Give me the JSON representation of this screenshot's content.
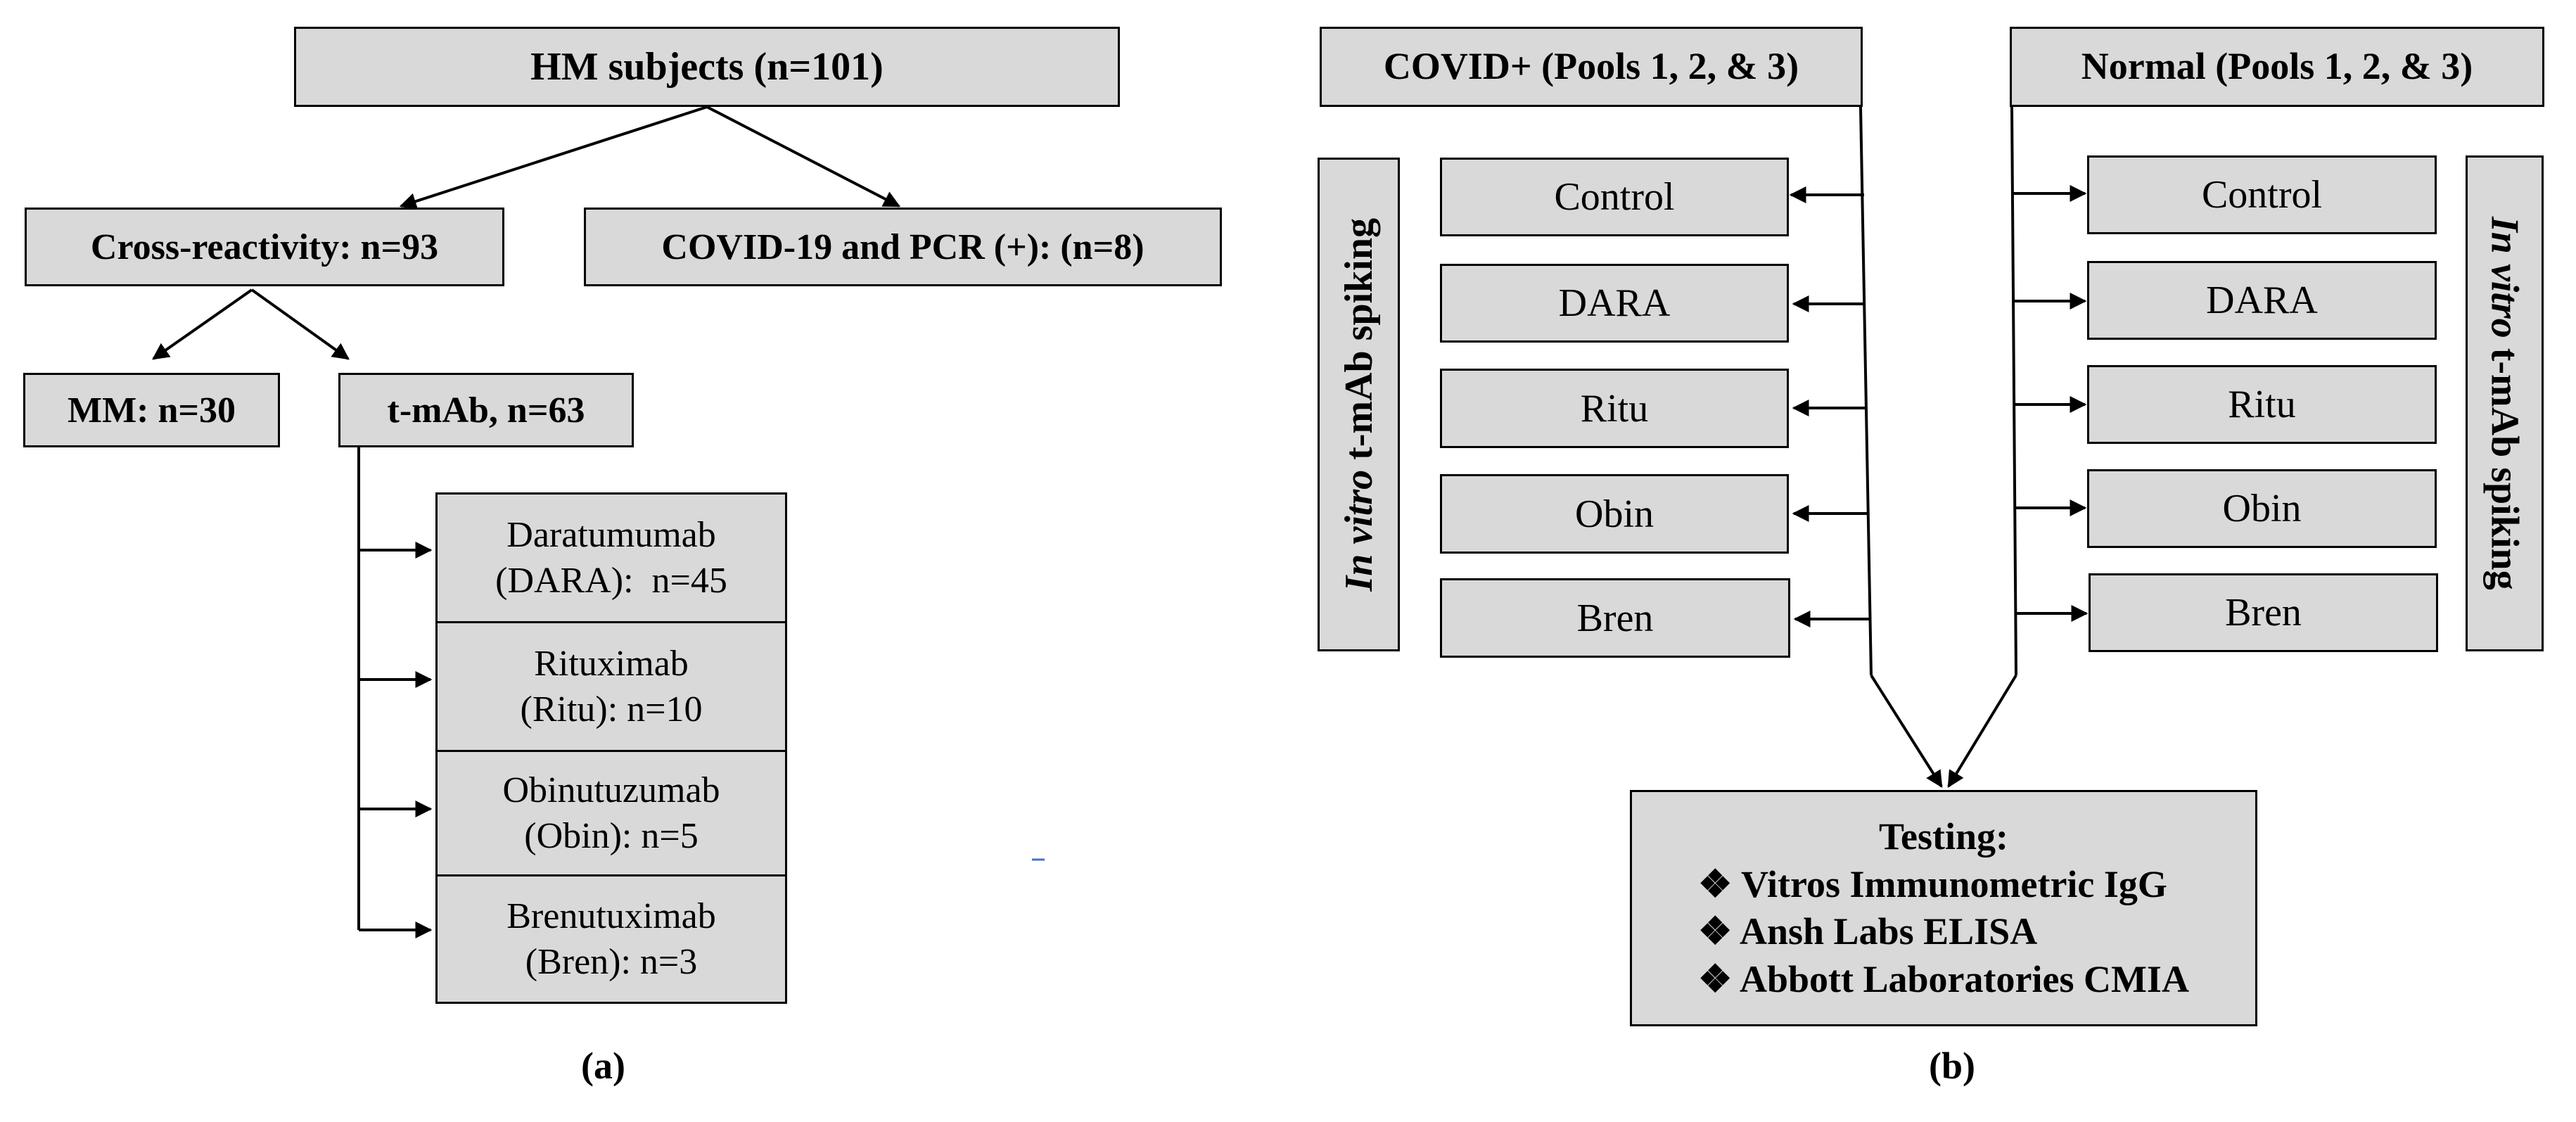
{
  "panel_a": {
    "top": "HM subjects (n=101)",
    "cross": "Cross-reactivity: n=93",
    "covid": "COVID-19 and PCR (+): (n=8)",
    "mm": "MM: n=30",
    "tmab": "t-mAb, n=63",
    "drugs": [
      {
        "line1": "Daratumumab",
        "line2": "(DARA):  n=45"
      },
      {
        "line1": "Rituximab",
        "line2": "(Ritu): n=10"
      },
      {
        "line1": "Obinutuzumab",
        "line2": "(Obin): n=5"
      },
      {
        "line1": "Brenutuximab",
        "line2": "(Bren): n=3"
      }
    ],
    "caption": "(a)"
  },
  "panel_b": {
    "covid_header": "COVID+ (Pools 1, 2, & 3)",
    "normal_header": "Normal (Pools 1, 2, & 3)",
    "spiking_italic": "In vitro",
    "spiking_rest": " t-mAb spiking",
    "left_items": [
      "Control",
      "DARA",
      "Ritu",
      "Obin",
      "Bren"
    ],
    "right_items": [
      "Control",
      "DARA",
      "Ritu",
      "Obin",
      "Bren"
    ],
    "testing_title": "Testing:",
    "bullet": "❖",
    "tests": [
      "Vitros Immunometric IgG",
      "Ansh Labs ELISA",
      "Abbott Laboratories CMIA"
    ],
    "caption": "(b)"
  }
}
